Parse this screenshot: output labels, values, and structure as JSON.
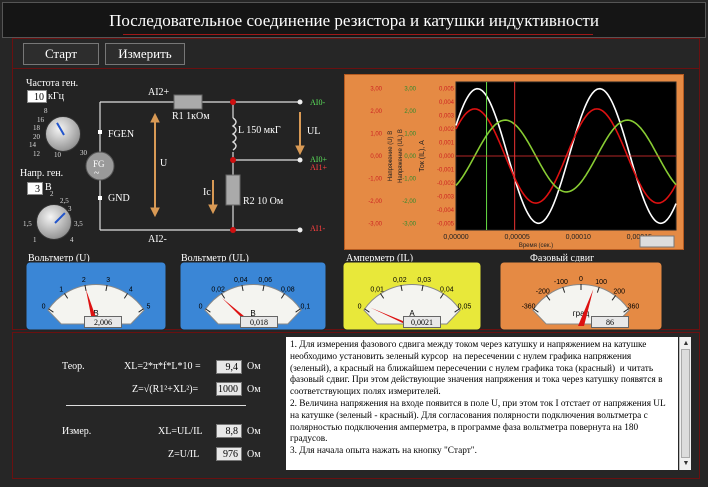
{
  "window": {
    "title": "Последовательное соединение резистора и катушки индуктивности"
  },
  "toolbar": {
    "start_label": "Старт",
    "measure_label": "Измерить"
  },
  "generator": {
    "freq_label": "Частота ген.",
    "freq_value": "10",
    "freq_unit": "кГц",
    "freq_scale": [
      "8",
      "16",
      "18",
      "20",
      "14",
      "12",
      "10",
      "30"
    ],
    "volt_label": "Напр. ген.",
    "volt_value": "3",
    "volt_unit": "В",
    "volt_scale": [
      "2",
      "2,5",
      "3",
      "1,5",
      "3,5",
      "1",
      "4"
    ],
    "fg_label": "FG",
    "fgen_label": "FGEN",
    "gnd_label": "GND"
  },
  "circuit": {
    "ai2_plus": "AI2+",
    "ai2_minus": "AI2-",
    "ai0_minus": "AI0-",
    "ai0_plus": "AI0+",
    "ai1_plus": "AI1+",
    "ai1_minus": "AI1-",
    "r1_label": "R1 1кОм",
    "l_label": "L 150 мкГ",
    "r2_label": "R2 10 Ом",
    "u_label": "U",
    "ul_label": "UL",
    "ic_label": "Iс"
  },
  "chart_data": {
    "type": "line",
    "x": [
      0,
      5e-05,
      0.0001,
      0.00015
    ],
    "x_tick_labels": [
      "0,00000",
      "0,00005",
      "0,00010",
      "0,00015"
    ],
    "xlabel": "Время (сек.)",
    "xlim": [
      0,
      0.00018
    ],
    "y_left_voltage_ticks": [
      "3,00",
      "2,00",
      "1,00",
      "0,00",
      "-1,00",
      "-2,00",
      "-3,00"
    ],
    "y_left_ul_ticks": [
      "3,00",
      "2,00",
      "1,00",
      "0,00",
      "-1,00",
      "-2,00",
      "-3,00"
    ],
    "y_right_current_ticks": [
      "0,005",
      "0,004",
      "0,003",
      "0,002",
      "0,001",
      "0,000",
      "-0,001",
      "-0,002",
      "-0,003",
      "-0,004",
      "-0,005"
    ],
    "ylabel_voltage": "Напряжение (U) В",
    "ylabel_ul": "Напряжение (UL) В",
    "ylabel_current": "Ток (IL), А",
    "ylim_voltage": [
      -3.3,
      3.3
    ],
    "ylim_current": [
      -0.0055,
      0.0055
    ],
    "series": [
      {
        "name": "",
        "color": "#ffffff",
        "amplitude": 3.0,
        "phase_deg": 0
      },
      {
        "name": "",
        "color": "#dd1111",
        "amplitude": 2.1,
        "phase_deg": -8
      },
      {
        "name": "",
        "color": "#88cc33",
        "amplitude": 1.6,
        "phase_deg": 82
      }
    ],
    "period": 0.0001,
    "cursor_green_x": 2.5e-05,
    "cursor_red_x": 4.8e-05,
    "cursor_h_y": 0
  },
  "meters": [
    {
      "title": "Вольтметр (U)",
      "unit": "В",
      "scale": [
        "0",
        "1",
        "2",
        "3",
        "4",
        "5"
      ],
      "value": 2.006,
      "readout": "2,006",
      "max": 5,
      "color": "#3a86d6"
    },
    {
      "title": "Вольтметр (UL)",
      "unit": "В",
      "scale": [
        "0",
        "0,02",
        "0,04",
        "0,06",
        "0,08",
        "0,1"
      ],
      "value": 0.018,
      "readout": "0,018",
      "max": 0.1,
      "color": "#3a86d6"
    },
    {
      "title": "Амперметр (IL)",
      "unit": "А",
      "scale": [
        "0",
        "0,01",
        "0,02",
        "0,03",
        "0,04",
        "0,05"
      ],
      "value": 0.0021,
      "readout": "0,0021",
      "max": 0.05,
      "color": "#e8e83a"
    },
    {
      "title": "Фазовый сдвиг",
      "unit": "град",
      "scale": [
        "-360",
        "-200",
        "-100",
        "0",
        "100",
        "200",
        "360"
      ],
      "value": 86,
      "readout": "86",
      "max": 360,
      "color": "#e58a44"
    }
  ],
  "calc": {
    "theor_label": "Теор.",
    "xl_formula": "XL=2*π*f*L*10 =",
    "xl_value": "9,4",
    "z_formula": "Z=√(R1²+XL²)=",
    "z_value": "1000",
    "meas_label": "Измер.",
    "xl_meas_formula": "XL=UL/IL",
    "xl_meas_value": "8,8",
    "z_meas_formula": "Z=U/IL",
    "z_meas_value": "976",
    "unit": "Ом"
  },
  "info": {
    "text": "1. Для измерения фазового сдвига между током через катушку и напряжением на катушке необходимо установить зеленый курсор  на пересечении с нулем графика напряжения (зеленый), а красный на ближайшем пересечении с нулем графика тока (красный)  и читать фазовый сдвиг. При этом действующие значения напряжения и тока через катушку появятся в соответствующих полях измерителей.\n2. Величина напряжения на входе появится в поле U, при этом ток I отстает от напряжения UL на катушке (зеленый - красный). Для согласования полярности подключения вольтметра с полярностью подключения амперметра, в программе фаза вольтметра повернута на 180 градусов.\n3. Для начала опыта нажать на кнопку \"Старт\"."
  }
}
